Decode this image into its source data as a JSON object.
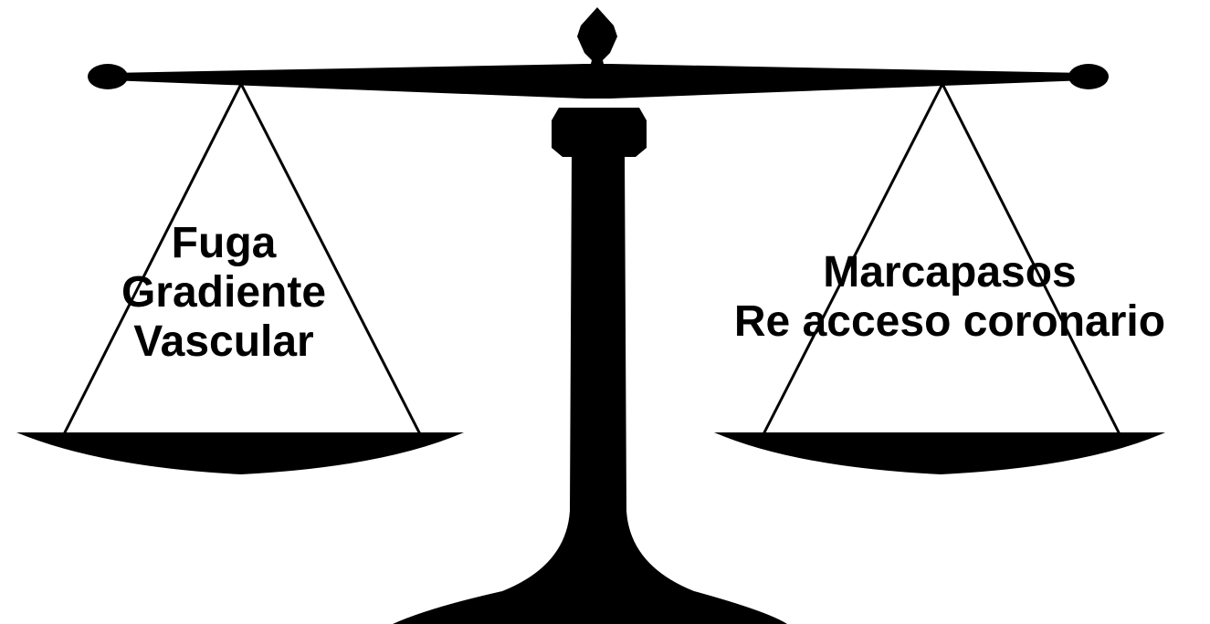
{
  "left_pan": {
    "items": [
      "Fuga",
      "Gradiente",
      "Vascular"
    ]
  },
  "right_pan": {
    "items": [
      "Marcapasos",
      "Re acceso coronario"
    ]
  },
  "colors": {
    "ink": "#000000",
    "background": "#ffffff"
  }
}
